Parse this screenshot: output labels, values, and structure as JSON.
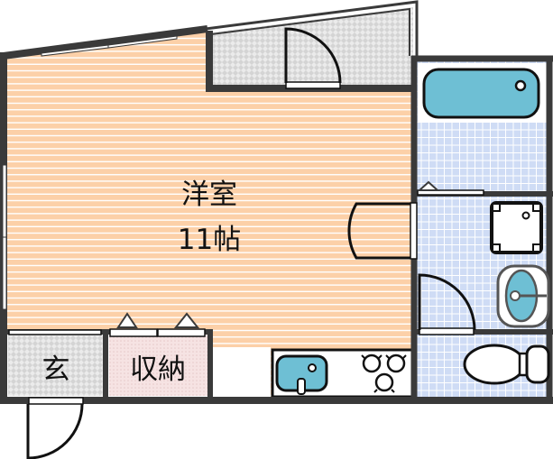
{
  "floor_plan": {
    "rooms": [
      {
        "id": "western_room",
        "name": "洋室",
        "size": "11帖"
      },
      {
        "id": "entrance",
        "name": "玄"
      },
      {
        "id": "storage",
        "name": "収納"
      },
      {
        "id": "balcony",
        "name": ""
      },
      {
        "id": "bathroom",
        "name": ""
      },
      {
        "id": "washroom",
        "name": ""
      },
      {
        "id": "toilet",
        "name": ""
      },
      {
        "id": "kitchen",
        "name": ""
      }
    ],
    "fixtures": [
      "bathtub",
      "washing-machine-pan",
      "washbasin",
      "toilet",
      "kitchen-sink",
      "three-burner-stove"
    ],
    "colors": {
      "wall": "#3a3a3a",
      "western_room_floor": "#fcd0a8",
      "floor_stripe": "#ffffff",
      "wet_area_tile": "#cfdcf5",
      "balcony_entrance": "#e2e2e2",
      "storage": "#f4dede",
      "fixture_blue": "#6ebfd4"
    }
  }
}
